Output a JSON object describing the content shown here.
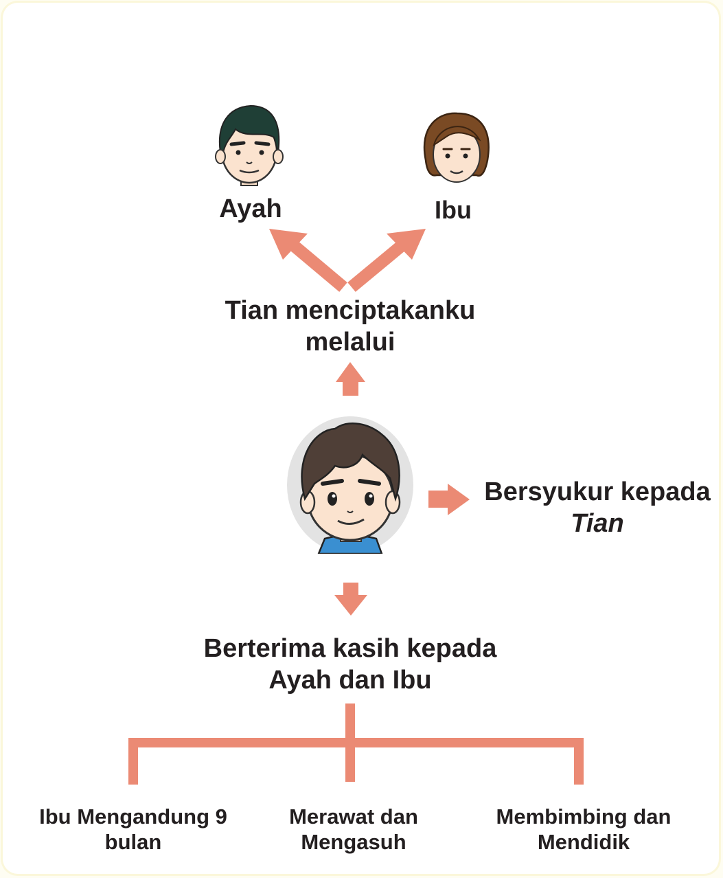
{
  "parents": {
    "father_label": "Ayah",
    "mother_label": "Ibu"
  },
  "center": {
    "created_through_line1": "Tian menciptakanku",
    "created_through_line2": "melalui",
    "grateful_tian_line1": "Bersyukur kepada",
    "grateful_tian_line2": "Tian",
    "thank_parents_line1": "Berterima kasih kepada",
    "thank_parents_line2": "Ayah dan Ibu"
  },
  "branches": [
    {
      "line1": "Ibu Mengandung 9",
      "line2": "bulan"
    },
    {
      "line1": "Merawat dan",
      "line2": "Mengasuh"
    },
    {
      "line1": "Membimbing dan",
      "line2": "Mendidik"
    }
  ],
  "colors": {
    "arrow": "#eb8a74",
    "text": "#231f20",
    "background": "#fefdf2"
  },
  "icons": [
    "father-avatar-icon",
    "mother-avatar-icon",
    "child-avatar-icon"
  ]
}
